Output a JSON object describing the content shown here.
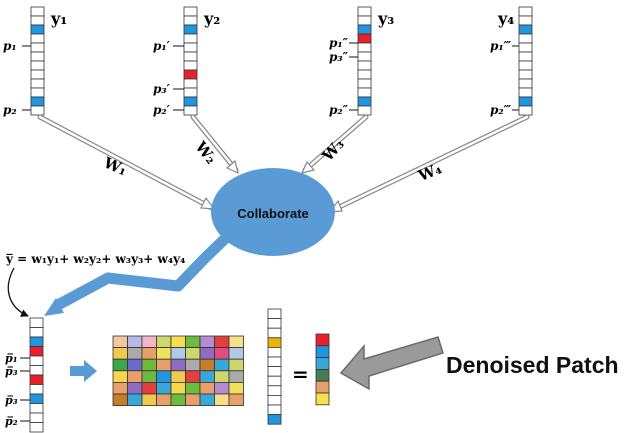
{
  "vectors": [
    {
      "name": "y₁",
      "points": [
        {
          "label": "p₁",
          "cell": 2,
          "color": "#2196e0"
        },
        {
          "label": "p₂",
          "cell": 10,
          "color": "#2196e0"
        }
      ]
    },
    {
      "name": "y₂",
      "points": [
        {
          "label": "p₁′",
          "cell": 2,
          "color": "#2196e0"
        },
        {
          "label": "p₃′",
          "cell": 7,
          "color": "#e8202a"
        },
        {
          "label": "p₂′",
          "cell": 10,
          "color": "#2196e0"
        }
      ]
    },
    {
      "name": "y₃",
      "points": [
        {
          "label": "p₁″",
          "cell": 2,
          "color": "#2196e0"
        },
        {
          "label": "p₃″",
          "cell": 3,
          "color": "#e8202a"
        },
        {
          "label": "p₂″",
          "cell": 10,
          "color": "#2196e0"
        }
      ]
    },
    {
      "name": "y₄",
      "points": [
        {
          "label": "p₁‴",
          "cell": 2,
          "color": "#2196e0"
        },
        {
          "label": "p₂‴",
          "cell": 10,
          "color": "#2196e0"
        }
      ]
    }
  ],
  "weights": [
    "W₁",
    "W₂",
    "W₃",
    "W₄"
  ],
  "collaborate_label": "Collaborate",
  "formula": "y̅ = w₁y₁+ w₂y₂+ w₃y₃+ w₄y₄",
  "result_vector": {
    "points": [
      {
        "label": "p̅₁",
        "cell": 2,
        "color": "#2196e0"
      },
      {
        "label": "p̅₃",
        "cell": 3,
        "color": "#e8202a"
      },
      {
        "label": "p̅₃",
        "cell": 6,
        "color": "#e8202a"
      },
      {
        "label": "p̅₂",
        "cell": 8,
        "color": "#2196e0"
      }
    ]
  },
  "matrix_colors": [
    [
      "#f2c7a0",
      "#b9b9e6",
      "#f7b6c8",
      "#ccd96a",
      "#f7e04c",
      "#6dbb3c",
      "#b58bd1",
      "#e43f3f",
      "#f5e08a"
    ],
    [
      "#f0c94e",
      "#aaaaaa",
      "#e8a06a",
      "#f0e25a",
      "#b0c9ea",
      "#ccd96a",
      "#8e6cc0",
      "#e24d7f",
      "#b0c9ea"
    ],
    [
      "#3da84a",
      "#6a6acb",
      "#6dbb3c",
      "#e8a06a",
      "#8e6cc0",
      "#aaaaaa",
      "#c67d2a",
      "#3aa7d9",
      "#ccd96a"
    ],
    [
      "#f7d84c",
      "#e8a06a",
      "#6dbb3c",
      "#2196e0",
      "#f0c94e",
      "#e43f3f",
      "#3aa7d9",
      "#ccd96a",
      "#aaaaaa"
    ],
    [
      "#e8a06a",
      "#8e6cc0",
      "#e43f3f",
      "#3aa7d9",
      "#f7d84c",
      "#6dbb3c",
      "#e8a06a",
      "#b58bd1",
      "#f0e25a"
    ],
    [
      "#c67d2a",
      "#3aa7d9",
      "#f0c94e",
      "#e8a06a",
      "#6dbb3c",
      "#e8a06a",
      "#3aa7d9",
      "#f5e08a",
      "#e8a06a"
    ]
  ],
  "mid_vector_colors": [
    "#ffffff",
    "#ffffff",
    "#ffffff",
    "#f0b400",
    "#ffffff",
    "#ffffff",
    "#ffffff",
    "#ffffff",
    "#ffffff",
    "#ffffff",
    "#ffffff",
    "#2196e0"
  ],
  "equals": "=",
  "denoised_colors": [
    "#e8202a",
    "#2196e0",
    "#3aa7d9",
    "#4a7a52",
    "#e8a06a",
    "#f7e04c"
  ],
  "denoised_label": "Denoised Patch"
}
